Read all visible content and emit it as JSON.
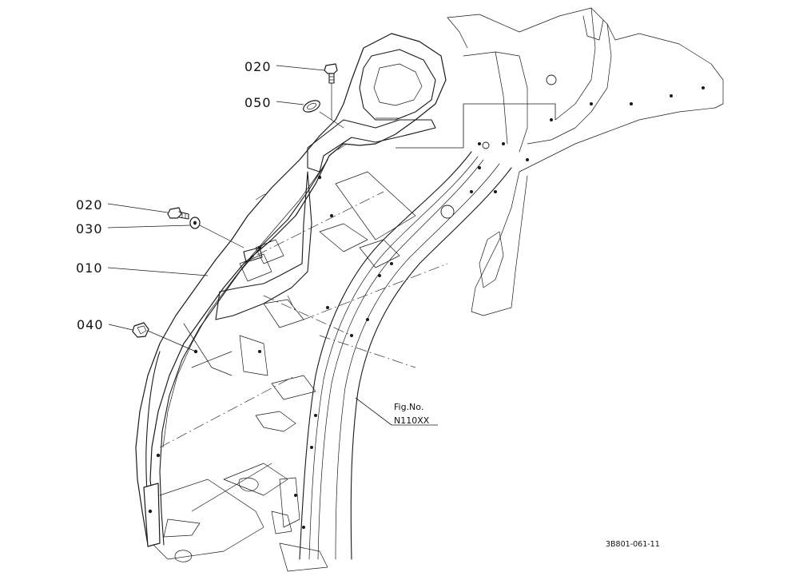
{
  "callouts": {
    "p020_top": "020",
    "p050": "050",
    "p020_mid": "020",
    "p030": "030",
    "p010": "010",
    "p040": "040"
  },
  "reference": {
    "line1": "Fig.No.",
    "line2": "N110XX"
  },
  "drawing_code": "3B801-061-11",
  "colors": {
    "ink": "#1a1a1a",
    "paper": "#ffffff"
  }
}
